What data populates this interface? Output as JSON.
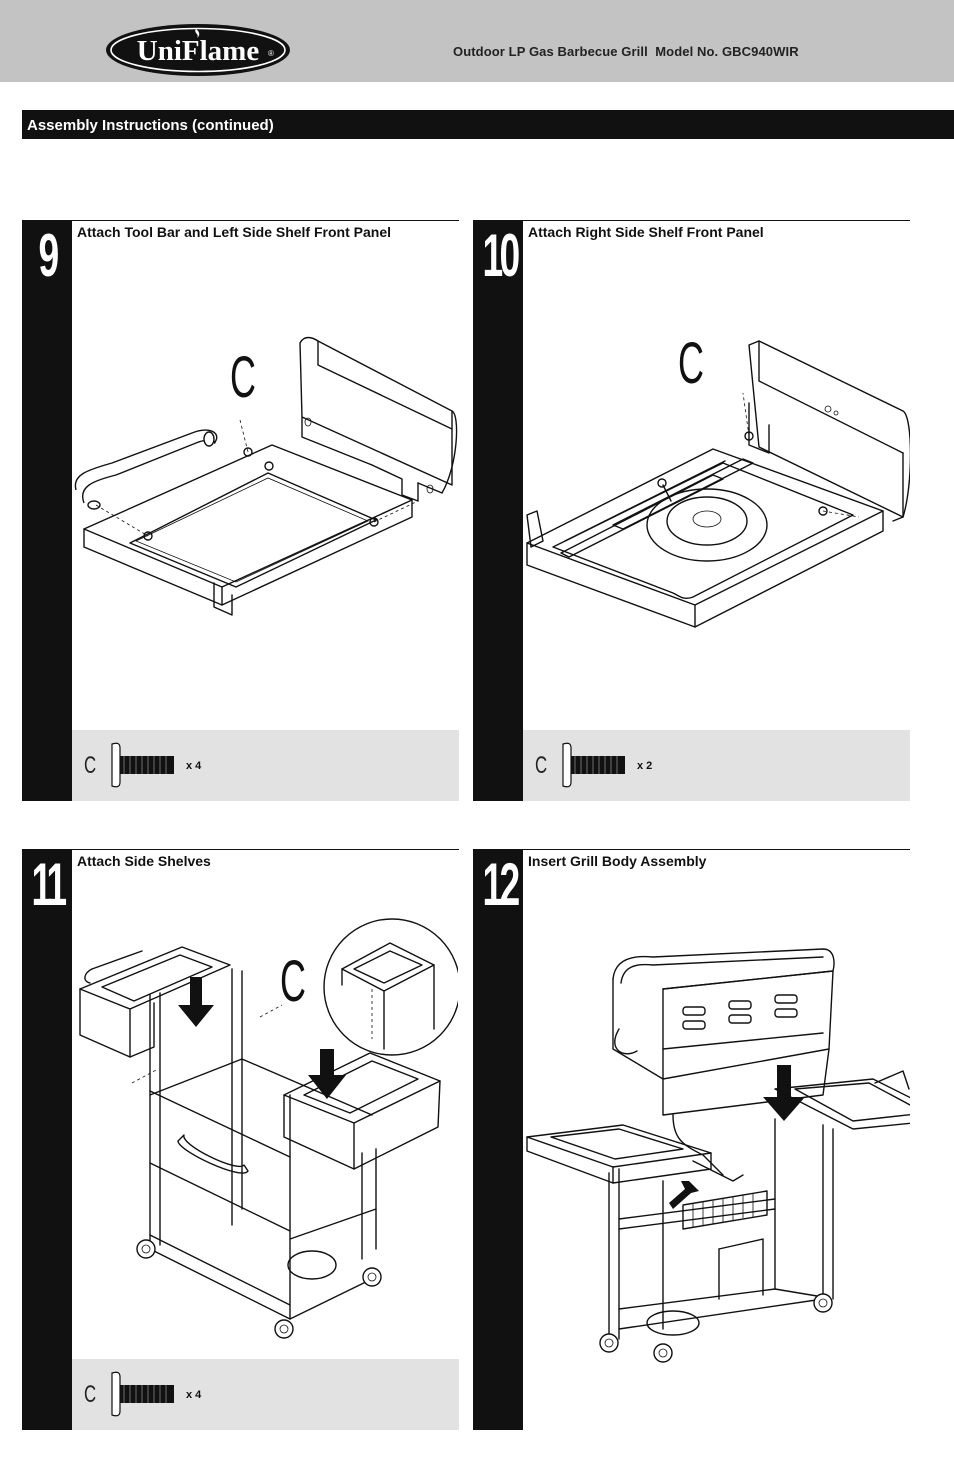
{
  "header": {
    "brand": "UniFlame",
    "brand_mark": "®",
    "title": "Outdoor LP Gas Barbecue Grill  Model No. GBC940WIR"
  },
  "section": {
    "title": "Assembly Instructions (continued)"
  },
  "steps": [
    {
      "number": "9",
      "title": "Attach Tool Bar and Left Side Shelf Front Panel",
      "callout": "C",
      "hardware": {
        "letter": "C",
        "qty": "x 4"
      }
    },
    {
      "number": "10",
      "title": "Attach Right Side Shelf Front Panel",
      "callout": "C",
      "hardware": {
        "letter": "C",
        "qty": "x 2"
      }
    },
    {
      "number": "11",
      "title": "Attach Side Shelves",
      "callout": "C",
      "hardware": {
        "letter": "C",
        "qty": "x 4"
      }
    },
    {
      "number": "12",
      "title": "Insert Grill Body Assembly"
    }
  ],
  "colors": {
    "header_bg": "#c3c3c3",
    "bar_bg": "#111111",
    "panel_bg": "#e2e2e2"
  }
}
